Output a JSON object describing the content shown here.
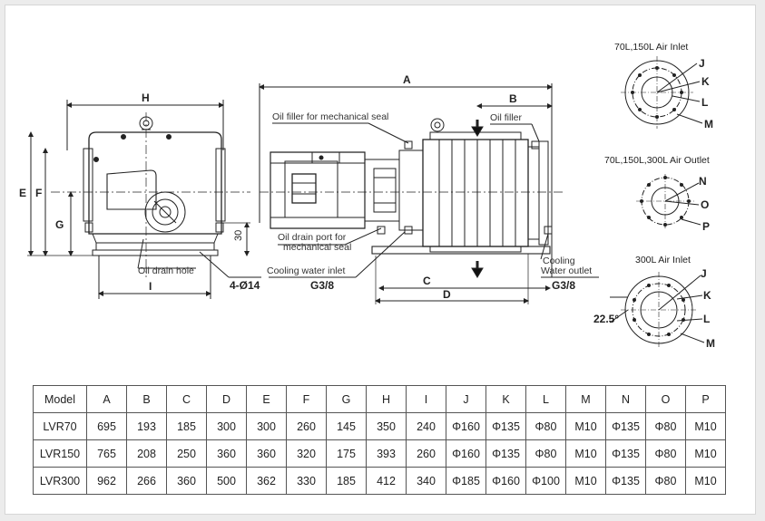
{
  "dimension_letters": [
    "A",
    "B",
    "C",
    "D",
    "E",
    "F",
    "G",
    "H",
    "I"
  ],
  "dimension_labels": {
    "A": "A",
    "B": "B",
    "C": "C",
    "D": "D",
    "E": "E",
    "F": "F",
    "G": "G",
    "H": "H",
    "I": "I",
    "height_30": "30",
    "holes": "4-Ø14"
  },
  "callouts": {
    "oil_filler_seal": "Oil filler for mechanical seal",
    "oil_filler": "Oil filler",
    "oil_drain_port_line1": "Oil drain port for",
    "oil_drain_port_line2": "mechanical seal",
    "cooling_water_inlet": "Cooling water inlet",
    "inlet_thread": "G3/8",
    "cooling_outlet_line1": "Cooling",
    "cooling_outlet_line2": "Water outlet",
    "outlet_thread": "G3/8",
    "oil_drain_hole": "Oil drain hole"
  },
  "flanges": [
    {
      "title": "70L,150L Air Inlet",
      "labels": [
        "J",
        "K",
        "L",
        "M"
      ]
    },
    {
      "title": "70L,150L,300L Air Outlet",
      "labels": [
        "N",
        "O",
        "P"
      ]
    },
    {
      "title": "300L Air Inlet",
      "labels": [
        "J",
        "K",
        "L",
        "M"
      ],
      "angle": "22.5°"
    }
  ],
  "table": {
    "headers": [
      "Model",
      "A",
      "B",
      "C",
      "D",
      "E",
      "F",
      "G",
      "H",
      "I",
      "J",
      "K",
      "L",
      "M",
      "N",
      "O",
      "P"
    ],
    "rows": [
      [
        "LVR70",
        "695",
        "193",
        "185",
        "300",
        "300",
        "260",
        "145",
        "350",
        "240",
        "Φ160",
        "Φ135",
        "Φ80",
        "M10",
        "Φ135",
        "Φ80",
        "M10"
      ],
      [
        "LVR150",
        "765",
        "208",
        "250",
        "360",
        "360",
        "320",
        "175",
        "393",
        "260",
        "Φ160",
        "Φ135",
        "Φ80",
        "M10",
        "Φ135",
        "Φ80",
        "M10"
      ],
      [
        "LVR300",
        "962",
        "266",
        "360",
        "500",
        "362",
        "330",
        "185",
        "412",
        "340",
        "Φ185",
        "Φ160",
        "Φ100",
        "M10",
        "Φ135",
        "Φ80",
        "M10"
      ]
    ]
  }
}
